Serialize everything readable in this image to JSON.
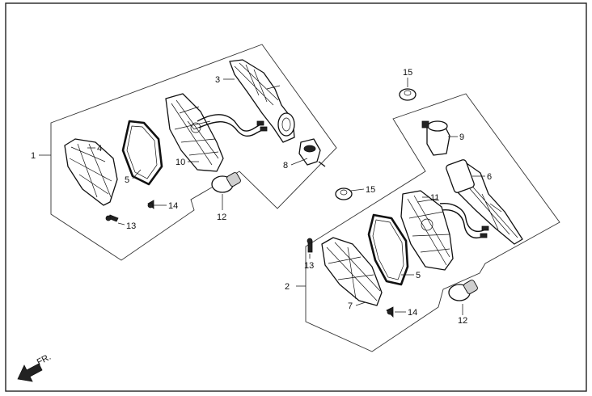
{
  "callouts": {
    "c1": "1",
    "c2": "2",
    "c3": "3",
    "c4": "4",
    "c5a": "5",
    "c5b": "5",
    "c6": "6",
    "c7": "7",
    "c8": "8",
    "c9": "9",
    "c10": "10",
    "c11": "11",
    "c12a": "12",
    "c12b": "12",
    "c13a": "13",
    "c13b": "13",
    "c14a": "14",
    "c14b": "14",
    "c15a": "15",
    "c15b": "15"
  },
  "direction": {
    "label": "FR.",
    "icon": "arrow-down-left-icon"
  },
  "colors": {
    "line": "#111111",
    "background": "#ffffff"
  }
}
